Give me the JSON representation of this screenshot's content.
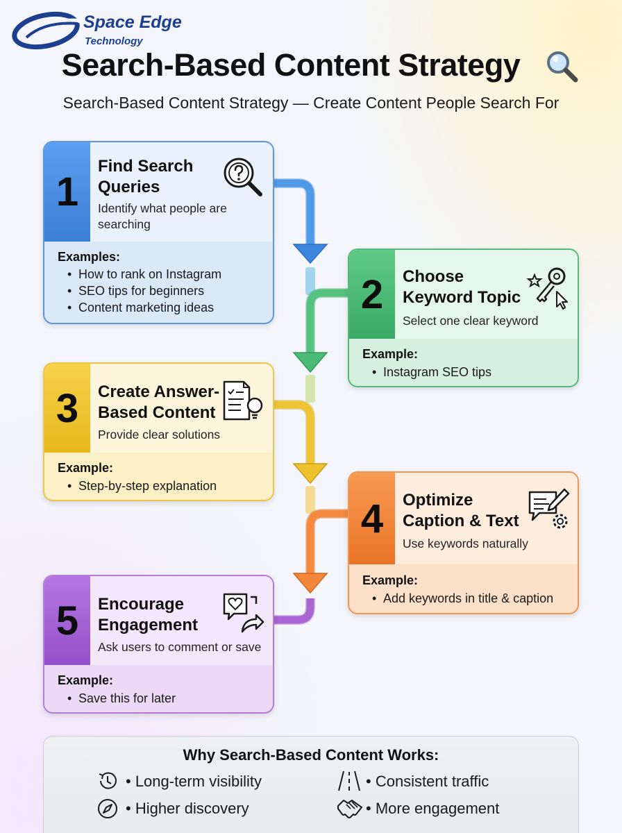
{
  "brand": {
    "name": "Space Edge",
    "sub": "Technology"
  },
  "title": "Search-Based Content Strategy",
  "subtitle": "Search-Based Content Strategy — Create Content People Search For",
  "steps": [
    {
      "number": "1",
      "title_line1": "Find Search",
      "title_line2": "Queries",
      "desc_line1": "Identify what people are",
      "desc_line2": "searching",
      "example_label": "Examples:",
      "examples": [
        "How to rank on Instagram",
        "SEO tips for beginners",
        "Content marketing ideas"
      ],
      "icon": "search-question-icon",
      "color": "#4a8fe0"
    },
    {
      "number": "2",
      "title_line1": "Choose",
      "title_line2": "Keyword Topic",
      "desc_line1": "Select one clear keyword",
      "example_label": "Example:",
      "examples": [
        "Instagram SEO tips"
      ],
      "icon": "key-star-cursor-icon",
      "color": "#4fbe79"
    },
    {
      "number": "3",
      "title_line1": "Create Answer-",
      "title_line2": "Based Content",
      "desc_line1": "Provide clear solutions",
      "example_label": "Example:",
      "examples": [
        "Step-by-step explanation"
      ],
      "icon": "document-lightbulb-icon",
      "color": "#eec22e"
    },
    {
      "number": "4",
      "title_line1": "Optimize",
      "title_line2": "Caption & Text",
      "desc_line1": "Use keywords naturally",
      "example_label": "Example:",
      "examples": [
        "Add keywords in title & caption"
      ],
      "icon": "chat-pencil-gear-icon",
      "color": "#f2873c"
    },
    {
      "number": "5",
      "title_line1": "Encourage",
      "title_line2": "Engagement",
      "desc_line1": "Ask users to comment or save",
      "example_label": "Example:",
      "examples": [
        "Save this for later"
      ],
      "icon": "heart-chat-share-icon",
      "color": "#a865d3"
    }
  ],
  "summary": {
    "title": "Why Search-Based Content Works:",
    "benefits": [
      {
        "label": "• Long-term visibility",
        "icon": "history-clock-icon"
      },
      {
        "label": "• Consistent traffic",
        "icon": "road-icon"
      },
      {
        "label": "• Higher discovery",
        "icon": "compass-icon"
      },
      {
        "label": "• More engagement",
        "icon": "handshake-icon"
      }
    ]
  },
  "colors": {
    "blue": "#4a8fe0",
    "green": "#4fbe79",
    "yellow": "#eec22e",
    "orange": "#f2873c",
    "purple": "#a865d3",
    "brand": "#1c3f8f"
  }
}
